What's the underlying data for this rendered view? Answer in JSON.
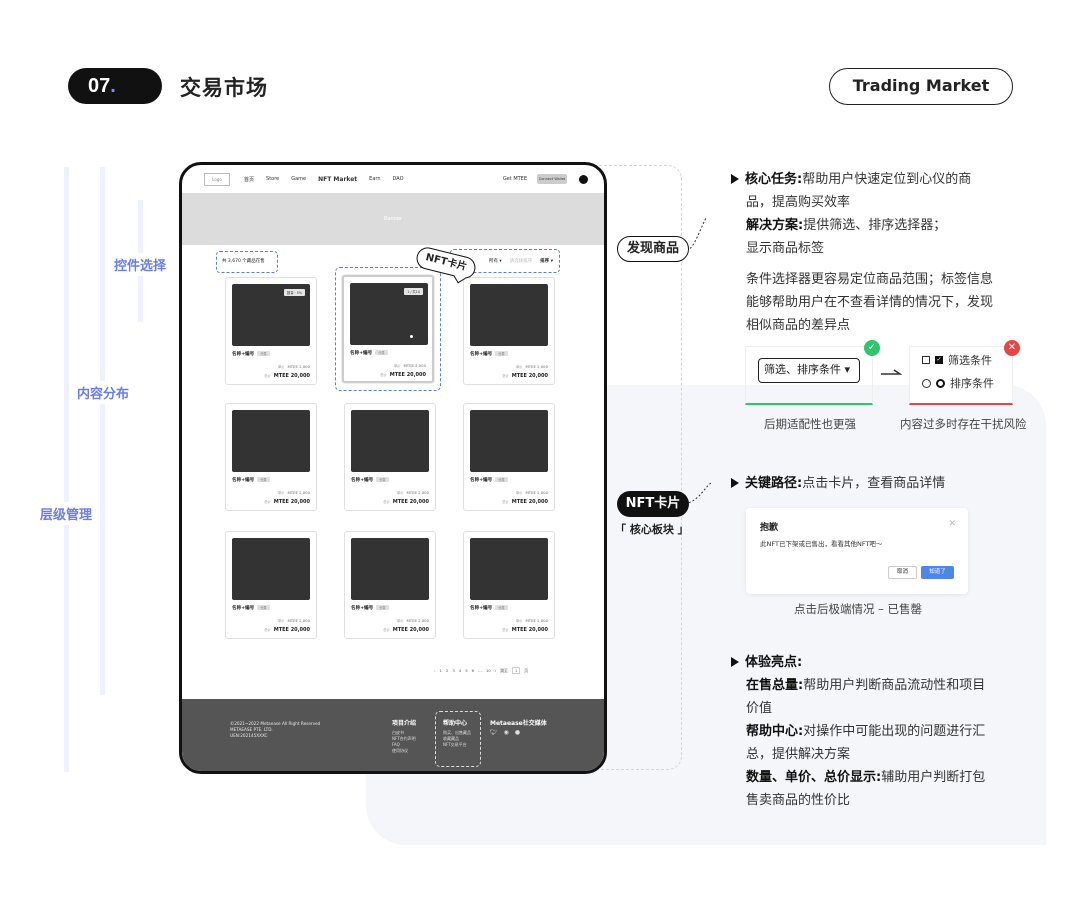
{
  "header": {
    "number": "07",
    "number_dot": ".",
    "title": "交易市场",
    "en_title": "Trading Market"
  },
  "left_labels": {
    "control": "控件选择",
    "content": "内容分布",
    "hierarchy": "层级管理"
  },
  "mockup": {
    "nav": {
      "logo": "Logo",
      "links": [
        "首页",
        "Store",
        "Game",
        "NFT Market",
        "Earn",
        "DAO"
      ],
      "get": "Get MTEE",
      "connect": "Connect Wallet"
    },
    "banner": "Banner",
    "count": "共 3,670 个藏品在售",
    "filter": {
      "sort": "所有 ▾",
      "placeholder": "请选择排序",
      "order": "排序 ▾"
    },
    "bubble": "NFT卡片",
    "card": {
      "name": "名称+编号",
      "chip": "分类",
      "unit_label": "单价",
      "unit_price": "MTEE 2,000",
      "total_label": "总价",
      "total_price": "MTEE 20,000",
      "tag1": "数量 · 5%",
      "tag2": "1 / 共10"
    },
    "pager": [
      "‹",
      "1",
      "2",
      "3",
      "4",
      "5",
      "6",
      "…",
      "10",
      "›",
      "跳至",
      "1",
      "页"
    ],
    "footer": {
      "copy": [
        "©2021~2022 Metaease All Right Reserved",
        "METAEASE PTE. LTD.",
        "UEN:202145XXXC"
      ],
      "col1": {
        "title": "项目介绍",
        "items": [
          "白皮书",
          "NFT合约声明",
          "FAQ",
          "使用协议"
        ]
      },
      "col2": {
        "title": "帮助中心",
        "items": [
          "购买、出售藏品",
          "收藏藏品",
          "NFT交易平台"
        ]
      },
      "col3": {
        "title": "Metaease社交媒体",
        "icons": [
          "twitter-icon",
          "discord-icon",
          "telegram-icon"
        ]
      }
    }
  },
  "callouts": {
    "discover": "发现商品",
    "nft": "NFT卡片",
    "core": "「 核心板块 」"
  },
  "right": {
    "task_label": "核心任务:",
    "task_text": "帮助用户快速定位到心仪的商",
    "task_text2": "品，提高购买效率",
    "solution_label": "解决方案:",
    "solution_text": "提供筛选、排序选择器；",
    "solution_text2": "显示商品标签",
    "desc1": "条件选择器更容易定位商品范围；标签信息",
    "desc2": "能够帮助用户在不查看详情的情况下，发现",
    "desc3": "相似商品的差异点",
    "select_demo": "筛选、排序条件 ▾",
    "opt1": "筛选条件",
    "opt2": "排序条件",
    "cap_good": "后期适配性也更强",
    "cap_bad": "内容过多时存在干扰风险",
    "path_label": "关键路径:",
    "path_text": "点击卡片，查看商品详情",
    "modal": {
      "title": "抱歉",
      "msg": "此NFT已下架或已售出，看看其他NFT吧～",
      "cancel": "取消",
      "ok": "知道了"
    },
    "modal_caption": "点击后极端情况 – 已售罄",
    "exp_label": "体验亮点:",
    "exp1_label": "在售总量:",
    "exp1_text": "帮助用户判断商品流动性和项目",
    "exp1_text2": "价值",
    "exp2_label": "帮助中心:",
    "exp2_text": "对操作中可能出现的问题进行汇",
    "exp2_text2": "总，提供解决方案",
    "exp3_label": "数量、单价、总价显示:",
    "exp3_text": "辅助用户判断打包",
    "exp3_text2": "售卖商品的性价比"
  }
}
